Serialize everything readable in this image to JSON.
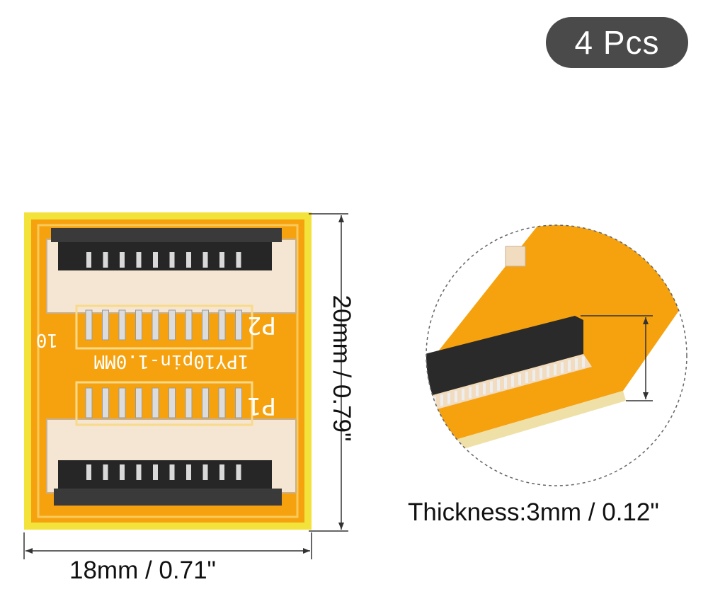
{
  "badge": {
    "label": "4 Pcs"
  },
  "dimensions": {
    "width_label": "18mm / 0.71\"",
    "height_label": "20mm / 0.79\"",
    "thickness_label": "Thickness:3mm / 0.12\""
  },
  "board": {
    "silkscreen_text": "1PY10pin-1.0MM",
    "pin_one_label": "10",
    "connector_labels": [
      "P1",
      "P2"
    ],
    "pin_count": 10
  },
  "colors": {
    "pcb": "#f6a20f",
    "pcb_edge": "#f2e23a",
    "connector_body": "#efdcc3",
    "connector_latch": "#2b2b2b",
    "badge": "#4a4a4a"
  }
}
